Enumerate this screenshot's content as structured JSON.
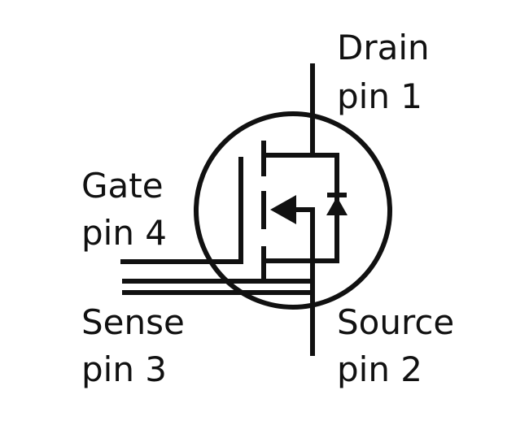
{
  "diagram": {
    "pins": {
      "drain": {
        "name": "Drain",
        "pin": "pin 1"
      },
      "source": {
        "name": "Source",
        "pin": "pin 2"
      },
      "sense": {
        "name": "Sense",
        "pin": "pin 3"
      },
      "gate": {
        "name": "Gate",
        "pin": "pin 4"
      }
    },
    "colors": {
      "stroke": "#111111",
      "background": "#ffffff"
    }
  }
}
